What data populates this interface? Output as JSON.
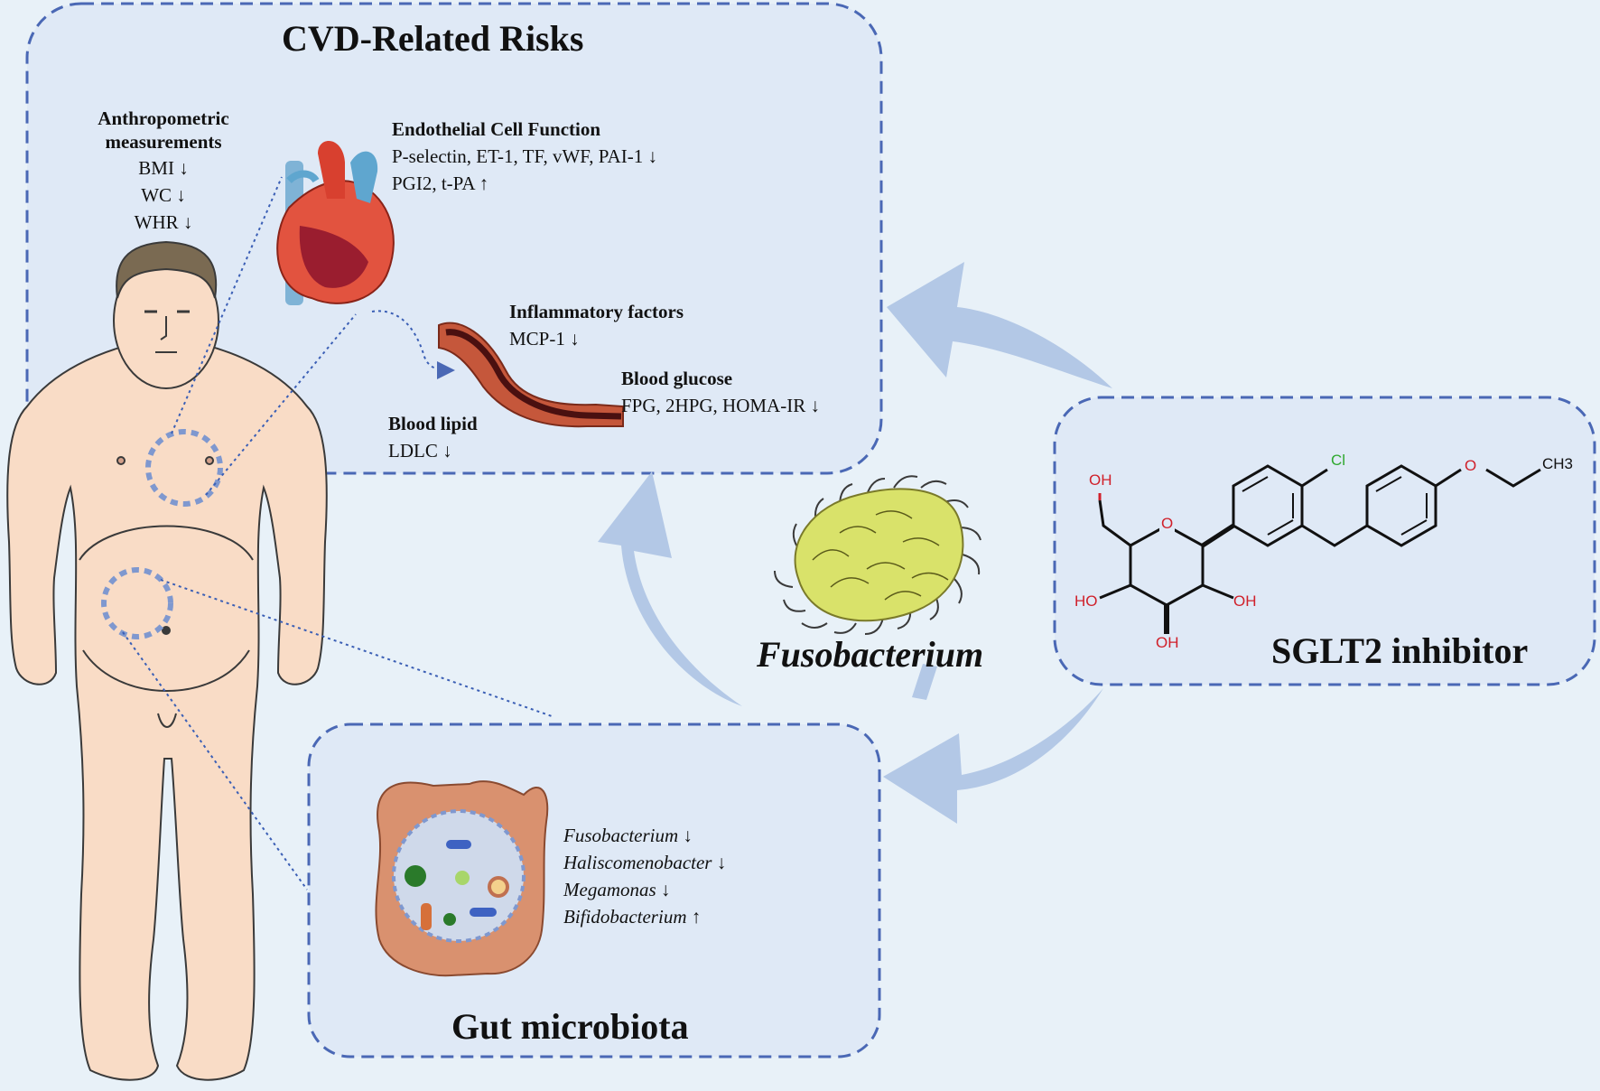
{
  "panels": {
    "cvd": {
      "title": "CVD-Related Risks",
      "anthropometric": {
        "heading_line1": "Anthropometric",
        "heading_line2": "measurements",
        "items": [
          "BMI ↓",
          "WC ↓",
          "WHR ↓"
        ]
      },
      "endothelial": {
        "heading": "Endothelial Cell Function",
        "line1": "P-selectin, ET-1, TF, vWF, PAI-1 ↓",
        "line2": "PGI2, t-PA ↑"
      },
      "inflammatory": {
        "heading": "Inflammatory factors",
        "line1": "MCP-1 ↓"
      },
      "glucose": {
        "heading": "Blood glucose",
        "line1": "FPG, 2HPG, HOMA-IR ↓"
      },
      "lipid": {
        "heading": "Blood lipid",
        "line1": "LDLC ↓"
      }
    },
    "gut": {
      "title": "Gut  microbiota",
      "taxa": [
        "Fusobacterium ↓",
        "Haliscomenobacter ↓",
        "Megamonas ↓",
        "Bifidobacterium ↑"
      ]
    },
    "drug": {
      "title": "SGLT2 inhibitor",
      "atoms": {
        "oh_top": "OH",
        "cl": "Cl",
        "o_ring": "O",
        "o_ether": "O",
        "ch3": "CH3",
        "ho_left": "HO",
        "oh_right": "OH",
        "oh_bottom": "OH"
      }
    }
  },
  "bacterium_label": "Fusobacterium",
  "colors": {
    "background": "#e8f1f8",
    "dashed_border": "#4a68b5",
    "arrow_fill": "#b3c8e6",
    "skin": "#f9dcc6",
    "bacterium": "#d9e26a",
    "heteroatom": "#d0202a",
    "chlorine": "#2ea82e"
  }
}
